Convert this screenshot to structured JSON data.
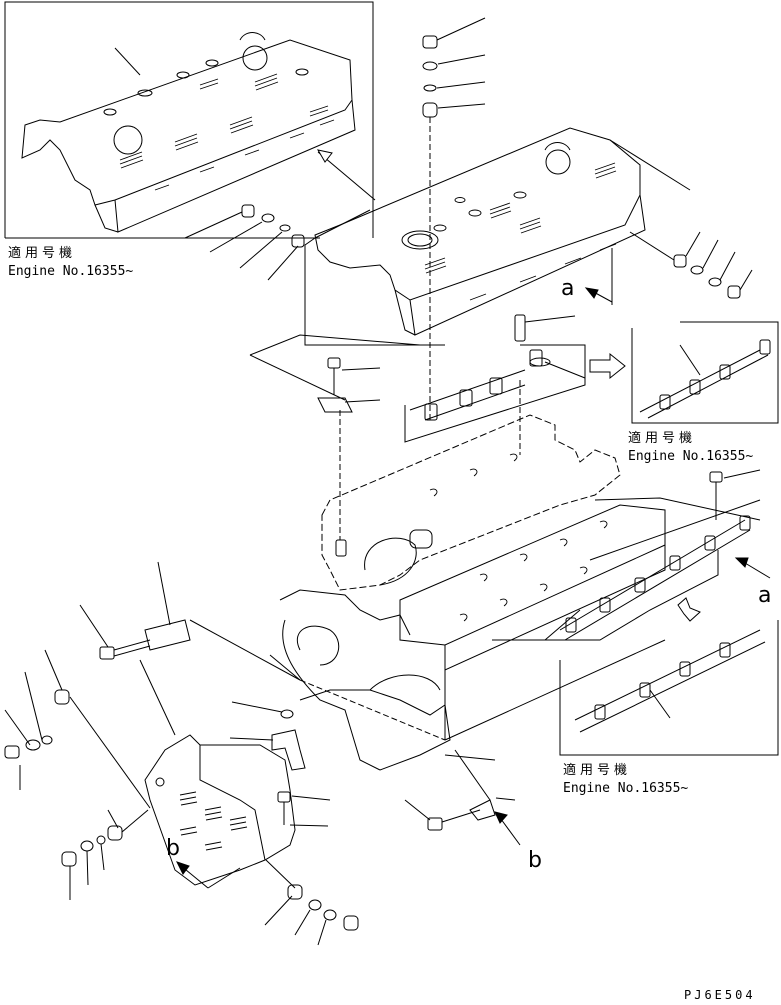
{
  "inset_top_left": {
    "line1": "適用号機",
    "line2": "Engine No.16355~"
  },
  "inset_right_top": {
    "line1": "適用号機",
    "line2": "Engine No.16355~"
  },
  "inset_right_bottom": {
    "line1": "適用号機",
    "line2": "Engine No.16355~"
  },
  "callouts": {
    "a_upper": "a",
    "a_lower": "a",
    "b_left": "b",
    "b_right": "b"
  },
  "drawing_code": "PJ6E504",
  "colors": {
    "line": "#000000",
    "background": "#ffffff"
  }
}
